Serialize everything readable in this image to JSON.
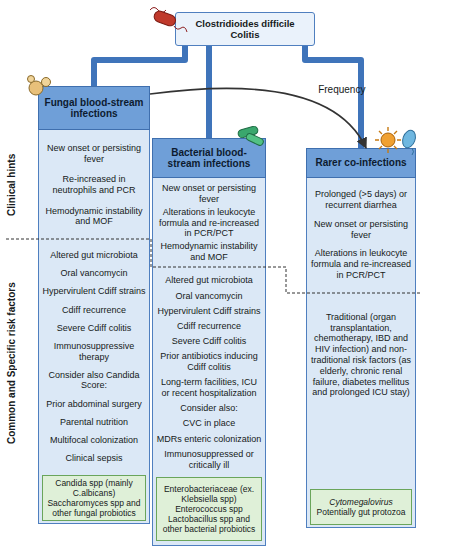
{
  "diagram": {
    "nodes": [
      {
        "text": [
          "Clostridioides difficile Colitis"
        ]
      },
      {
        "text": [
          "New onset or persisting fever",
          "Re-increased in neutrophils and PCR",
          "Hemodynamic instability and MOF",
          "Altered gut microbiota",
          "Oral vancomycin",
          "Hypervirulent Cdiff strains",
          "Cdiff recurrence",
          "Severe Cdiff colitis",
          "Immunosuppressive therapy",
          "Consider also Candida Score:",
          "Prior abdominal surgery",
          "Parental nutrition",
          "Multifocal colonization",
          "Clinical sepsis"
        ]
      },
      {
        "text": [
          "Fungal blood-stream infections"
        ],
        "in": 1
      },
      {
        "text": [
          "Candida spp (mainly C.albicans)",
          "Saccharomyces spp and other fungal probiotics"
        ],
        "in": 1
      },
      {
        "text": [
          "New onset or persisting fever",
          "Alterations in leukocyte formula and re-increased in PCR/PCT",
          "Hemodynamic instability and MOF",
          "Altered gut microbiota",
          "Oral vancomycin",
          "Hypervirulent Cdiff strains",
          "Cdiff recurrence",
          "Severe Cdiff colitis",
          "Prior antibiotics inducing Cdiff colitis",
          "Long-term facilities, ICU or recent hospitalization",
          "Consider also:",
          "CVC in place",
          "MDRs enteric colonization",
          "Immunosuppressed or critically ill"
        ]
      },
      {
        "text": [
          "Bacterial blood-stream infections"
        ],
        "in": 4
      },
      {
        "text": [
          "Enterobacteriaceae (ex. Klebsiella spp)",
          "Enterococcus spp",
          "Lactobacillus spp and other bacterial probiotics"
        ],
        "in": 4
      },
      {
        "text": [
          "Prolonged (>5 days) or recurrent diarrhea",
          "New onset or persisting fever",
          "Alterations in leukocyte formula and re-increased in PCR/PCT",
          "Traditional (organ transplantation, chemotherapy, IBD and HIV infection) and non-traditional risk factors (as elderly, chronic renal failure, diabetes mellitus and prolonged ICU stay)"
        ]
      },
      {
        "text": [
          "Rarer co-infections"
        ],
        "in": 7
      },
      {
        "text": [
          "Cytomegalovirus",
          "Potentially gut protozoa"
        ],
        "in": 7
      }
    ],
    "edges": [
      {
        "from": 0,
        "to": 2,
        "arrow": "none"
      },
      {
        "from": 0,
        "to": 5,
        "arrow": "none"
      },
      {
        "from": 0,
        "to": 8,
        "arrow": "none"
      },
      {
        "from": 2,
        "to": 8,
        "label": "Frequency",
        "arrow": "to"
      }
    ],
    "labels": [
      "Clinical hints",
      "Common and Specific risk factors"
    ]
  }
}
